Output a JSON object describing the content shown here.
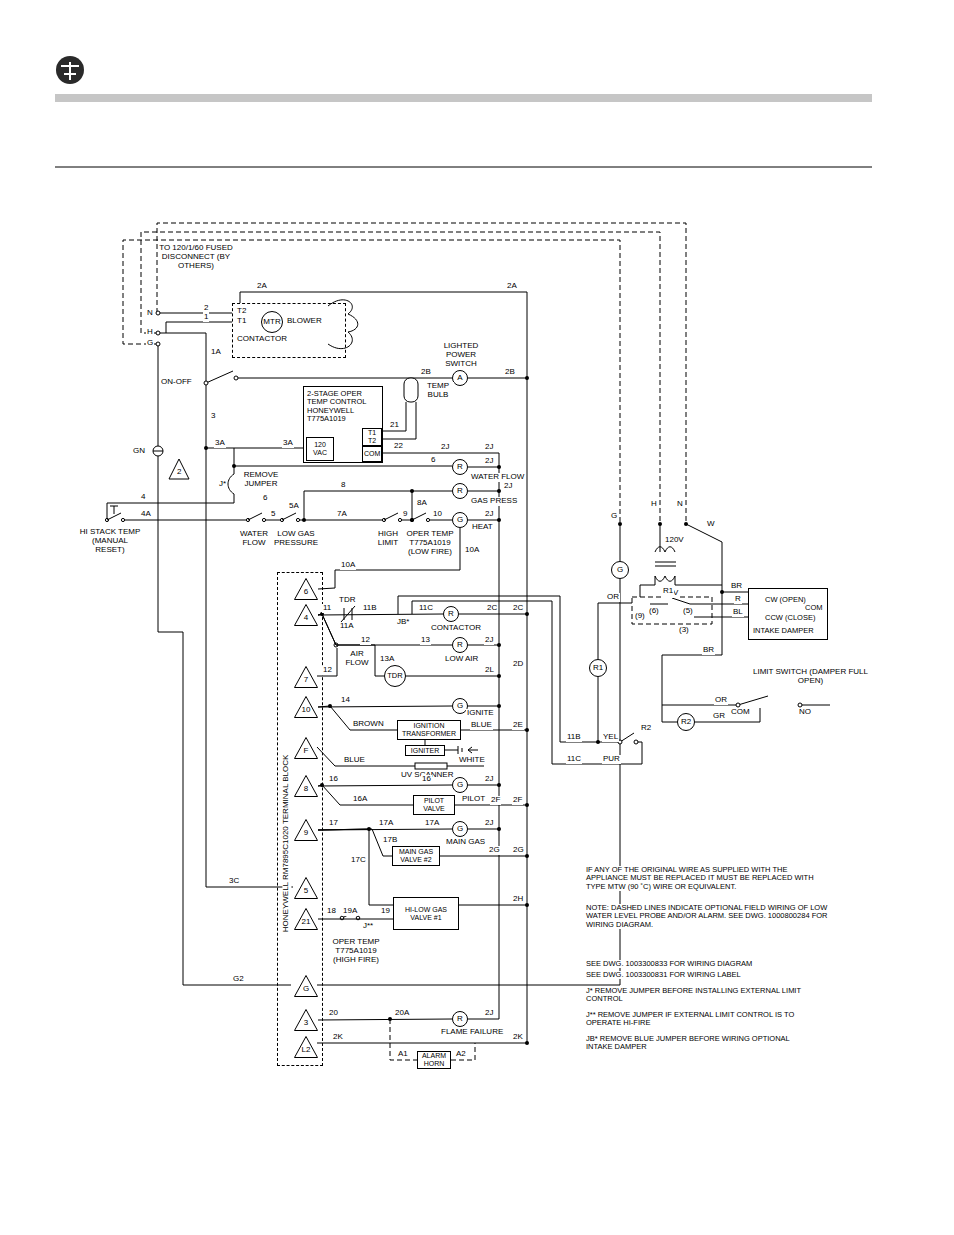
{
  "diagram": {
    "nodes": [
      {
        "text": [
          "T2",
          "T1",
          "CONTACTOR"
        ]
      },
      {
        "text": [
          "MTR"
        ],
        "in": 0
      },
      {
        "text": [
          "A"
        ]
      },
      {
        "text": [
          "2-STAGE OPER TEMP CONTROL HONEYWELL T775A1019"
        ]
      },
      {
        "text": [
          "120 VAC"
        ],
        "in": 3
      },
      {
        "text": [
          "T1 T2"
        ],
        "in": 3
      },
      {
        "text": [
          "COM"
        ],
        "in": 3
      },
      {
        "text": [
          "R"
        ]
      },
      {
        "text": [
          "R"
        ]
      },
      {
        "text": [
          "G"
        ]
      },
      {
        "text": [
          "HONEYWELL RM7895C1020 TERMINAL BLOCK"
        ]
      },
      {
        "text": [
          "6"
        ],
        "in": 10
      },
      {
        "text": [
          "4"
        ],
        "in": 10
      },
      {
        "text": [
          "7"
        ],
        "in": 10
      },
      {
        "text": [
          "10"
        ],
        "in": 10
      },
      {
        "text": [
          "F"
        ],
        "in": 10
      },
      {
        "text": [
          "8"
        ],
        "in": 10
      },
      {
        "text": [
          "9"
        ],
        "in": 10
      },
      {
        "text": [
          "5"
        ],
        "in": 10
      },
      {
        "text": [
          "21"
        ],
        "in": 10
      },
      {
        "text": [
          "G"
        ],
        "in": 10
      },
      {
        "text": [
          "3"
        ],
        "in": 10
      },
      {
        "text": [
          "L2"
        ],
        "in": 10
      },
      {
        "text": [
          "R"
        ]
      },
      {
        "text": [
          "R"
        ]
      },
      {
        "text": [
          "TDR"
        ]
      },
      {
        "text": [
          "G"
        ]
      },
      {
        "text": [
          "IGNITION TRANSFORMER"
        ]
      },
      {
        "text": [
          "IGNITER"
        ]
      },
      {
        "text": [
          "G"
        ]
      },
      {
        "text": [
          "PILOT VALVE"
        ]
      },
      {
        "text": [
          "G"
        ]
      },
      {
        "text": [
          "MAIN GAS VALVE #2"
        ]
      },
      {
        "text": [
          "HI-LOW GAS VALVE #1"
        ]
      },
      {
        "text": [
          "R"
        ]
      },
      {
        "text": [
          "ALARM HORN"
        ]
      },
      {
        "text": [
          "G"
        ]
      },
      {
        "text": [
          "R1"
        ]
      },
      {
        "text": [
          "R2"
        ]
      },
      {
        "text": [
          "CW (OPEN)",
          "COM",
          "CCW (CLOSE)",
          "INTAKE DAMPER"
        ]
      }
    ],
    "edges": [
      {
        "from": 12,
        "to": 23,
        "arrow": "none"
      },
      {
        "from": 12,
        "to": 24,
        "arrow": "none"
      },
      {
        "from": 12,
        "to": 25,
        "arrow": "none"
      },
      {
        "from": 14,
        "to": 26,
        "arrow": "none"
      },
      {
        "from": 14,
        "to": 27,
        "arrow": "none"
      },
      {
        "from": 27,
        "to": 28,
        "arrow": "none"
      },
      {
        "from": 16,
        "to": 29,
        "arrow": "none"
      },
      {
        "from": 16,
        "to": 30,
        "arrow": "none"
      },
      {
        "from": 17,
        "to": 31,
        "arrow": "none"
      },
      {
        "from": 17,
        "to": 32,
        "arrow": "none"
      },
      {
        "from": 17,
        "to": 33,
        "arrow": "none"
      },
      {
        "from": 19,
        "to": 33,
        "arrow": "none"
      },
      {
        "from": 21,
        "to": 34,
        "arrow": "none"
      },
      {
        "from": 11,
        "to": 9,
        "arrow": "none"
      }
    ],
    "labels": [
      "TO 120/1/60 FUSED DISCONNECT (BY OTHERS)",
      "N",
      "2",
      "1",
      "H",
      "G",
      "BLOWER",
      "2A",
      "2A",
      "1A",
      "ON-OFF",
      "LIGHTED POWER SWITCH",
      "2B",
      "2B",
      "3",
      "3A",
      "3A",
      "2J",
      "2J",
      "TEMP BULB",
      "21",
      "22",
      "GN",
      "2",
      "J*",
      "REMOVE JUMPER",
      "6",
      "2J",
      "6",
      "WATER FLOW",
      "2J",
      "8",
      "8A",
      "GAS PRESS",
      "4",
      "4A",
      "5",
      "5A",
      "7A",
      "9",
      "10",
      "2J",
      "HEAT",
      "HI STACK TEMP (MANUAL RESET)",
      "WATER FLOW",
      "LOW GAS PRESSURE",
      "HIGH LIMIT",
      "OPER TEMP T775A1019 (LOW FIRE)",
      "10A",
      "10A",
      "TDR",
      "11",
      "11B",
      "11C",
      "2C",
      "2C",
      "JB*",
      "CONTACTOR",
      "11A",
      "12",
      "13",
      "2J",
      "LOW AIR",
      "AIR FLOW",
      "12",
      "13A",
      "2L",
      "2D",
      "14",
      "IGNITE",
      "BROWN",
      "BLUE",
      "2E",
      "BLUE",
      "UV SCANNER",
      "WHITE",
      "16",
      "16",
      "2J",
      "16A",
      "PILOT",
      "2F",
      "2F",
      "17",
      "17A",
      "17A",
      "2J",
      "17B",
      "MAIN GAS",
      "2G",
      "2G",
      "17C",
      "2H",
      "3C",
      "18",
      "19A",
      "19",
      "J**",
      "OPER TEMP T775A1019 (HIGH FIRE)",
      "G2",
      "20",
      "20A",
      "2J",
      "FLAME FAILURE",
      "2K",
      "2K",
      "A1",
      "A2",
      "G",
      "H",
      "N",
      "W",
      "120V",
      "24V",
      "BR",
      "OR",
      "R1",
      "(6)",
      "(5)",
      "R",
      "(9)",
      "BL",
      "(3)",
      "BR",
      "LIMIT SWITCH (DAMPER FULL OPEN)",
      "OR",
      "COM",
      "NO",
      "GR",
      "11B",
      "YEL",
      "R2",
      "11C",
      "PUR",
      "IF ANY OF THE ORIGINAL WIRE AS SUPPLIED WITH THE APPLIANCE MUST BE REPLACED IT MUST BE REPLACED WITH TYPE MTW (90 ˚C) WIRE OR EQUIVALENT.",
      "NOTE: DASHED LINES INDICATE OPTIONAL FIELD WIRING OF LOW WATER LEVEL PROBE AND/OR ALARM. SEE DWG. 1000800284 FOR WIRING DIAGRAM.",
      "SEE DWG. 1003300833 FOR WIRING DIAGRAM",
      "SEE DWG. 1003300831 FOR WIRING LABEL",
      "J* REMOVE JUMPER BEFORE INSTALLING EXTERNAL LIMIT CONTROL",
      "J** REMOVE JUMPER IF EXTERNAL LIMIT CONTROL IS TO OPERATE HI-FIRE",
      "JB* REMOVE BLUE JUMPER BEFORE WIRING OPTIONAL INTAKE DAMPER"
    ]
  }
}
